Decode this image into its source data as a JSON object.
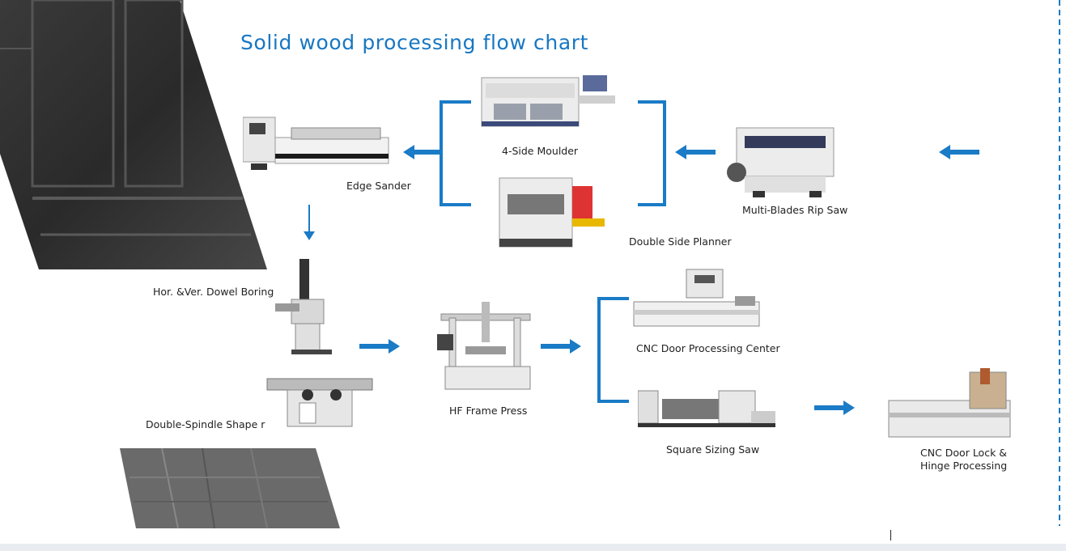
{
  "title": "Solid wood processing flow chart",
  "machines": {
    "edge_sander": "Edge Sander",
    "four_side_moulder": "4-Side  Moulder",
    "double_side_planner": "Double Side  Planner",
    "multi_blades_rip_saw": "Multi-Blades Rip Saw",
    "dowel_boring": "Hor. &Ver.  Dowel Boring",
    "double_spindle_shaper": "Double-Spindle Shape r",
    "hf_frame_press": "HF Frame Press",
    "cnc_door_processing_center": "CNC Door  Processing Center",
    "square_sizing_saw": "Square Sizing  Saw",
    "cnc_door_lock_line1": "CNC Door Lock &",
    "cnc_door_lock_line2": "Hinge  Processing"
  },
  "colors": {
    "accent": "#1877c2",
    "arrow": "#1a7bc6"
  }
}
